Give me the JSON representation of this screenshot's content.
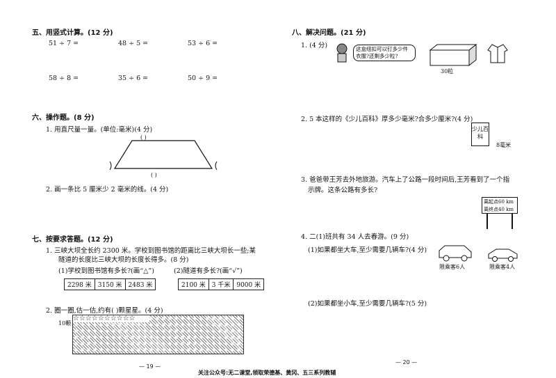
{
  "left": {
    "s5": {
      "title": "五、用竖式计算。(12 分)",
      "q1": "51 ÷ 7 =",
      "q2": "48 ÷ 5 =",
      "q3": "53 ÷ 6 =",
      "q4": "58 ÷ 8 =",
      "q5": "35 ÷ 6 =",
      "q6": "50 ÷ 9 ="
    },
    "s6": {
      "title": "六、操作题。(8 分)",
      "q1": "1. 用直尺量一量。(单位:毫米)(4 分)",
      "paren": "(      )",
      "q2": "2. 画一条比 5 厘米少 2 毫米的线。(4 分)"
    },
    "s7": {
      "title": "七、按要求答题。(12 分)",
      "q1_line1": "1. 三峡大坝全长约 2300 米。学校到图书馆的距离比三峡大坝长一些;某",
      "q1_line2": "隧道的长度比三峡大坝的长度长得多。(8 分)",
      "sub1": "(1)学校到图书馆有多长?(画“△”)",
      "sub2": "(2)隧道有多长?(画“√”)",
      "opts1": [
        "2298 米",
        "3150 米",
        "2483 米"
      ],
      "opts2": [
        "2100 米",
        "3 千米",
        "9000 米"
      ],
      "q2": "2. 圈一圈,估一估,约有(        )颗星星。(4 分)",
      "ten": "10颗"
    },
    "page": "— 19 —"
  },
  "right": {
    "s8": {
      "title": "八、解决问题。(21 分)"
    },
    "q1": {
      "label": "1. (4 分)",
      "bubble": "这盒纽扣可以钉多少件衣服?还剩多少粒?",
      "count": "30粒"
    },
    "q2": {
      "text": "2. 5 本这样的《少儿百科》厚多少毫米?合多少厘米?(4 分)",
      "book": "少儿百科",
      "thick": "8毫米"
    },
    "q3": {
      "line1": "3. 爸爸带王芳去外地旅游。汽车上了公路一段时间后,王芳看到了一个指",
      "line2": "示牌。这条公路有多长?",
      "sign1": "离起点60 km",
      "sign2": "离终点40 km"
    },
    "q4": {
      "text": "4. 二(1)班共有 34 人去春游。(9 分)",
      "sub1": "(1)如果都坐大车,至少需要几辆车?(4 分)",
      "sub2": "(2)如果都坐小车,至少需要几辆车?(5 分)",
      "big": "限乘客6人",
      "small": "限乘客4人"
    },
    "page": "— 20 —"
  },
  "footer": "关注公众号:无二课堂,领取荣德基、黄冈、五三系列教辅"
}
